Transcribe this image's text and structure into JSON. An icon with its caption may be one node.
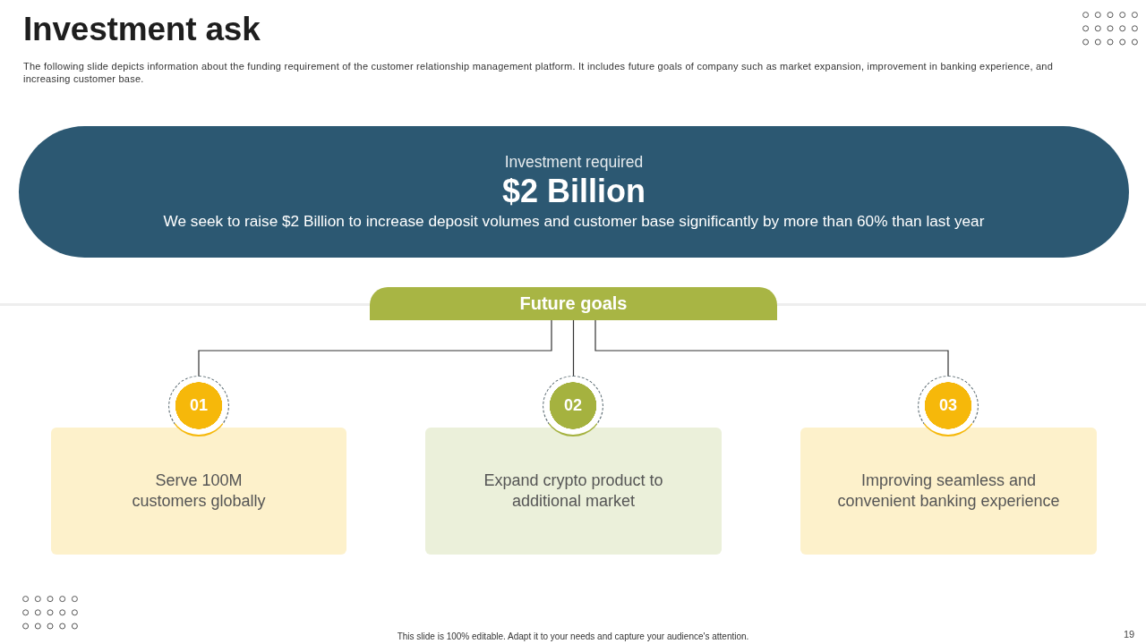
{
  "diagram": {
    "title": "Investment ask",
    "nodes": [
      {
        "text": [
          "Investment required",
          "$2 Billion",
          "We seek to raise $2 Billion to increase deposit volumes and customer base significantly by more than 60% than last year"
        ]
      },
      {
        "text": [
          "Future goals"
        ]
      },
      {
        "text": [
          "01"
        ]
      },
      {
        "text": [
          "Serve 100M customers globally"
        ]
      },
      {
        "text": [
          "02"
        ]
      },
      {
        "text": [
          "Expand crypto product to additional market"
        ]
      },
      {
        "text": [
          "03"
        ]
      },
      {
        "text": [
          "Improving seamless and convenient banking experience"
        ]
      }
    ],
    "edges": [
      {
        "from": 1,
        "to": 2,
        "arrow": "none"
      },
      {
        "from": 1,
        "to": 4,
        "arrow": "none"
      },
      {
        "from": 1,
        "to": 6,
        "arrow": "none"
      }
    ],
    "labels": [
      "The following slide depicts information about the funding requirement of the customer relationship management platform. It includes future goals of company such as market expansion, improvement in banking experience, and increasing customer base.",
      "This slide is 100% editable. Adapt it to your needs and capture your audience's attention.",
      "19"
    ]
  }
}
